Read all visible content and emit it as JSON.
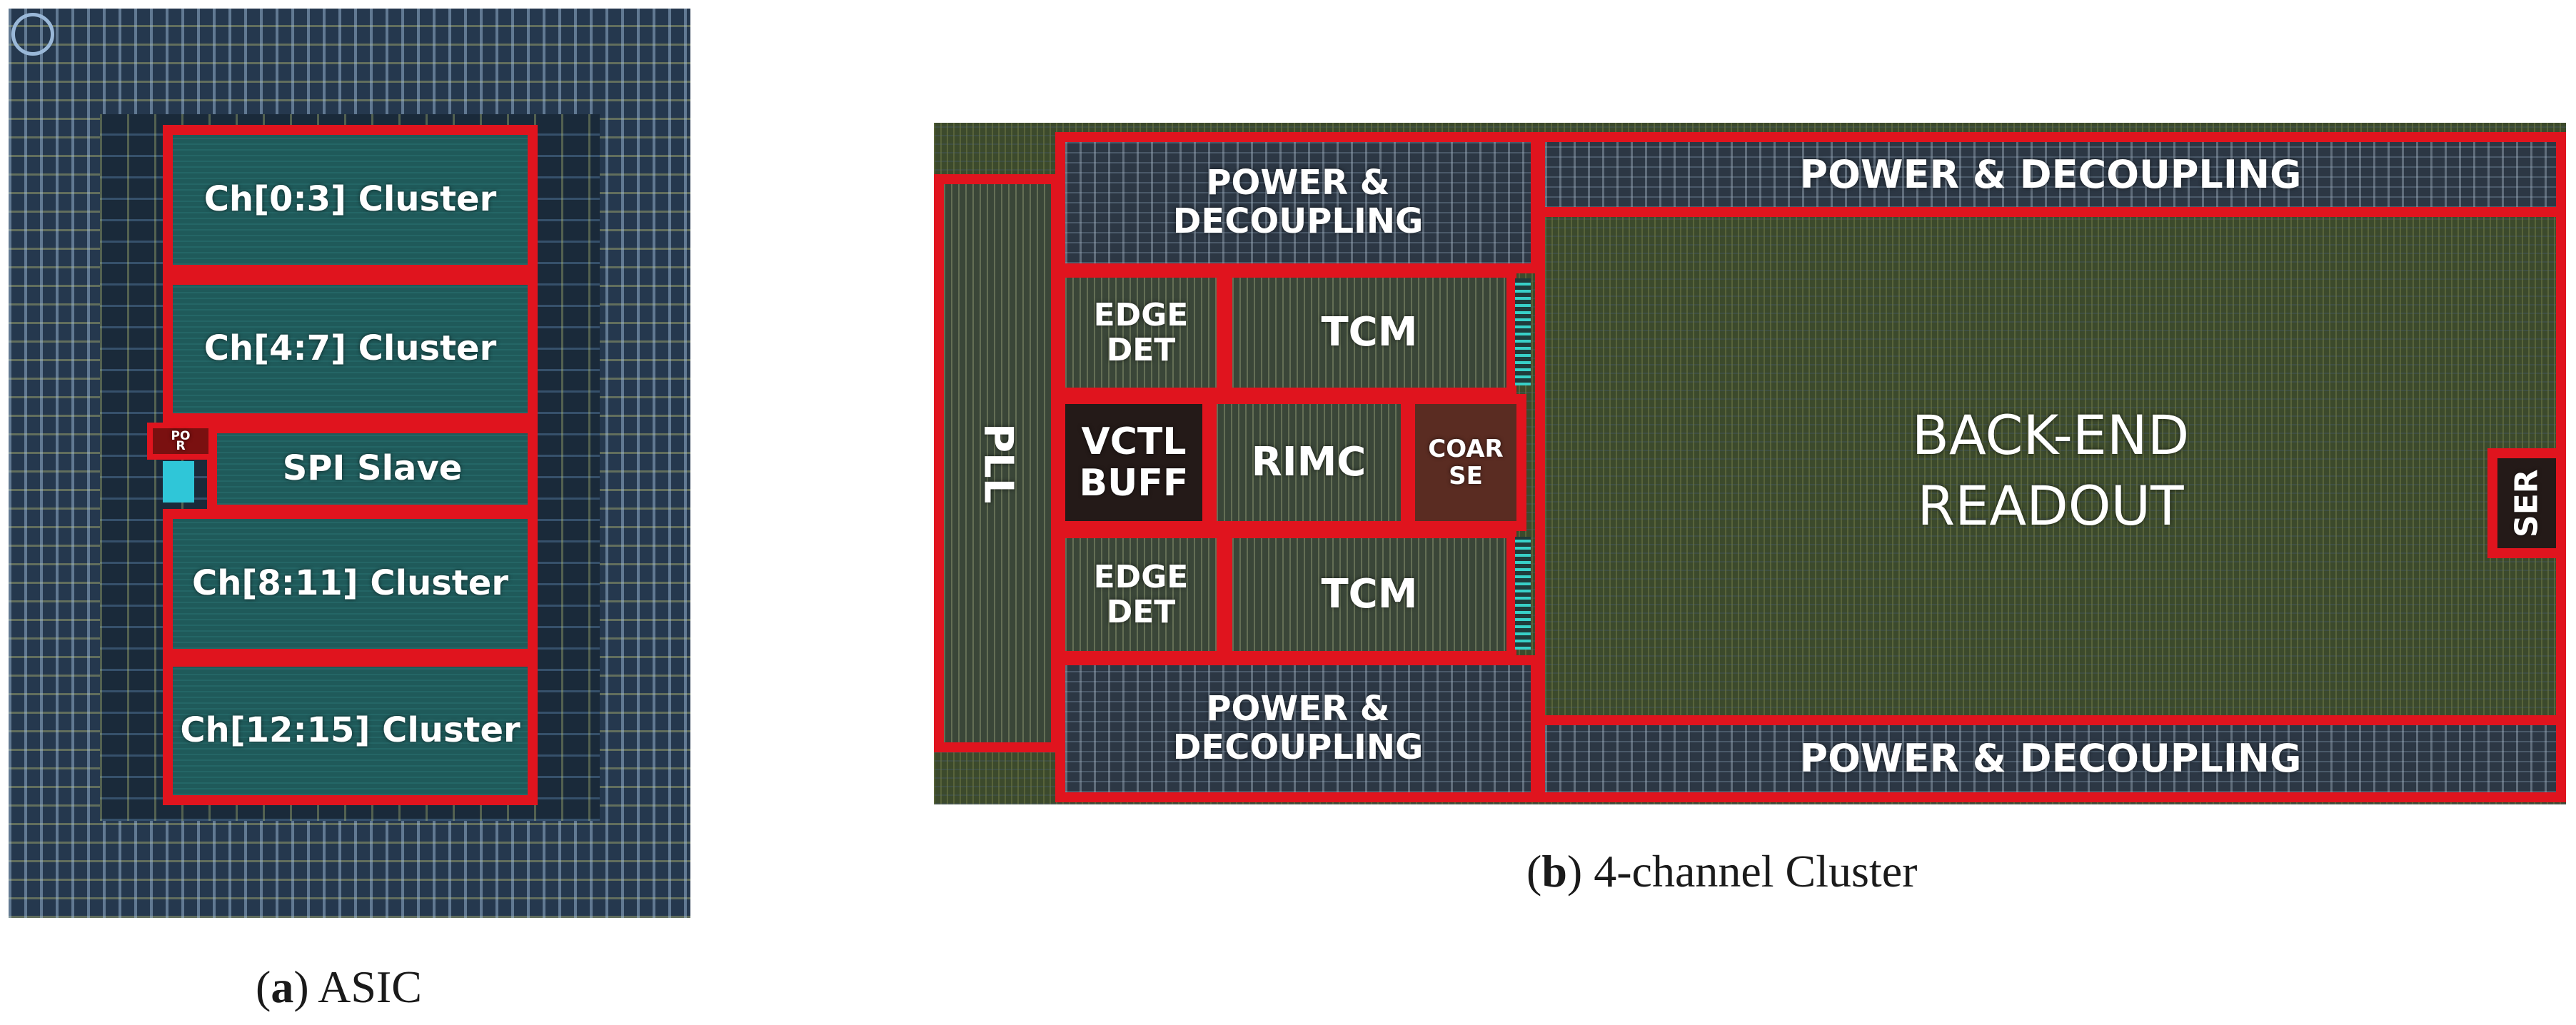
{
  "panel_a": {
    "blocks": [
      {
        "label": "Ch[0:3] Cluster"
      },
      {
        "label": "Ch[4:7] Cluster"
      },
      {
        "label": "SPI Slave"
      },
      {
        "label": "Ch[8:11] Cluster"
      },
      {
        "label": "Ch[12:15] Cluster"
      }
    ],
    "por_label": "PO\nR",
    "caption_letter": "a",
    "caption_text": " ASIC"
  },
  "panel_b": {
    "pll": "PLL",
    "power_left_top": "POWER &\nDECOUPLING",
    "power_left_bottom": "POWER &\nDECOUPLING",
    "edge_det_top": "EDGE\nDET",
    "edge_det_bottom": "EDGE\nDET",
    "tcm_top": "TCM",
    "tcm_bottom": "TCM",
    "vctl_buff": "VCTL\nBUFF",
    "rimc": "RIMC",
    "coarse": "COAR\nSE",
    "power_right_top": "POWER & DECOUPLING",
    "power_right_bottom": "POWER & DECOUPLING",
    "backend": "BACK-END\nREADOUT",
    "ser": "SER",
    "caption_letter": "b",
    "caption_text": " 4-channel Cluster"
  },
  "colors": {
    "highlight": "#e0141e",
    "label_text": "#ffffff"
  }
}
